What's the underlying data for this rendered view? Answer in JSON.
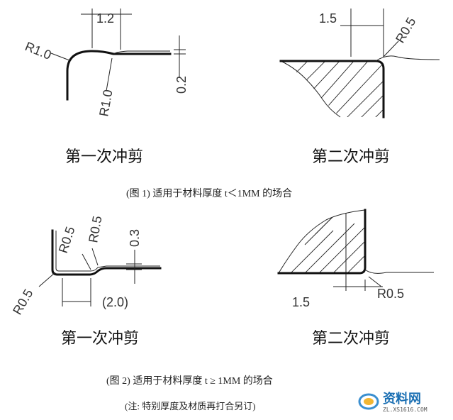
{
  "figure1": {
    "left": {
      "dim_width": "1.2",
      "radius_outer": "R1.0",
      "radius_inner": "R1.0",
      "dim_height": "0.2",
      "caption": "第一次冲剪"
    },
    "right": {
      "dim_width": "1.5",
      "radius": "R0.5",
      "caption": "第二次冲剪"
    },
    "title": "(图 1)  适用于材料厚度 t＜1MM 的场合"
  },
  "figure2": {
    "left": {
      "radius_a": "R0.5",
      "radius_b": "R0.5",
      "dim_height": "0.3",
      "radius_corner": "R0.5",
      "dim_width": "(2.0)",
      "caption": "第一次冲剪"
    },
    "right": {
      "dim_width": "1.5",
      "radius": "R0.5",
      "caption": "第二次冲剪"
    },
    "title": "(图 2)   适用于材料厚度 t  ≥  1MM 的场合",
    "note": "(注:    特别厚度及材质再打合另订)"
  },
  "watermark": {
    "main": "资料网",
    "sub": "ZL.XS1616.COM"
  }
}
